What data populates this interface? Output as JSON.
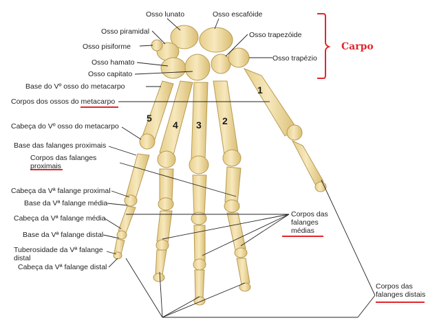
{
  "colors": {
    "bone": "#f3dfa6",
    "bone_edge": "#b89a52",
    "accent": "#e0262b",
    "leader": "#222222"
  },
  "labels": {
    "lunato": "Osso lunato",
    "escafoide": "Osso escafóide",
    "piramidal": "Osso piramidal",
    "trapezoide": "Osso trapezóide",
    "pisiforme": "Osso pisiforme",
    "trapezio": "Osso trapézio",
    "hamato": "Osso hamato",
    "capitato": "Osso capitato",
    "base_v_meta": "Base do Vº osso do metacarpo",
    "corpos_meta": "Corpos dos ossos do metacarpo",
    "cabeca_v_meta": "Cabeça do Vº osso do metacarpo",
    "base_fal_prox": "Base das falanges proximais",
    "corpos_fal_prox": "Corpos das falanges proximais",
    "cabeca_v_prox": "Cabeça da Vª falange proximal",
    "base_v_media": "Base da Vª falange média",
    "cabeca_v_media": "Cabeça da Vª falange média",
    "base_v_distal": "Base da Vª falange distal",
    "tuberosidade": "Tuberosidade da Vª falange distal",
    "cabeca_v_distal": "Cabeça da Vª falange distal",
    "corpos_medias": "Corpos das falanges médias",
    "corpos_distais": "Corpos das falanges distais",
    "carpo": "Carpo"
  },
  "numbers": {
    "n1": "1",
    "n2": "2",
    "n3": "3",
    "n4": "4",
    "n5": "5"
  }
}
